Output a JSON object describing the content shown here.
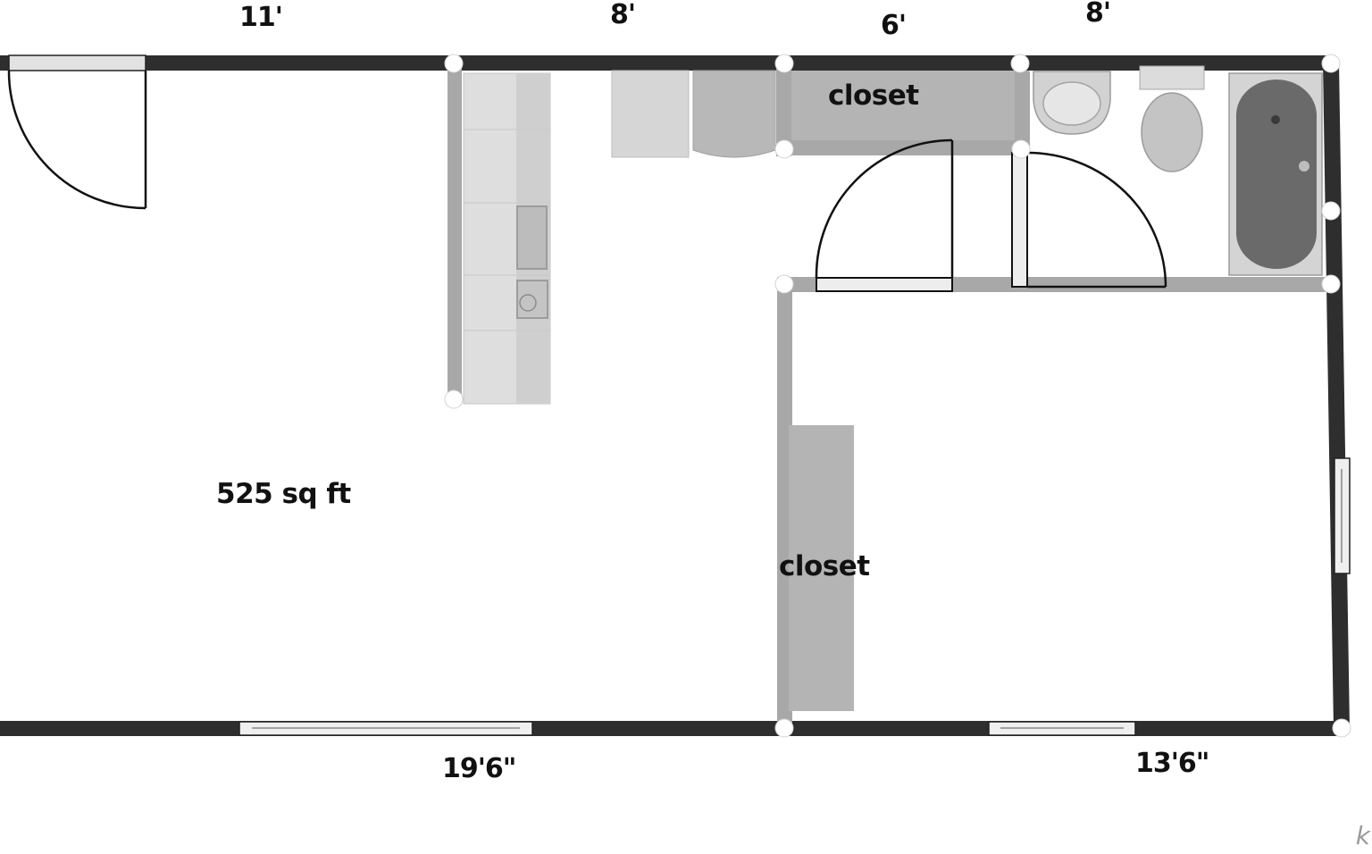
{
  "dimensions": {
    "top_1": "11'",
    "top_2": "8'",
    "top_3": "6'",
    "top_4": "8'",
    "bottom_1": "19'6\"",
    "bottom_2": "13'6\""
  },
  "rooms": {
    "closet_top": "closet",
    "closet_middle": "closet"
  },
  "area": "525 sq ft",
  "corner_mark": "k",
  "colors": {
    "exterior_wall": "#2e2e2e",
    "interior_wall": "#a8a8a8",
    "cabinet": "#dcdcdc",
    "closet_fill": "#b4b4b4",
    "joint": "#ffffff"
  }
}
